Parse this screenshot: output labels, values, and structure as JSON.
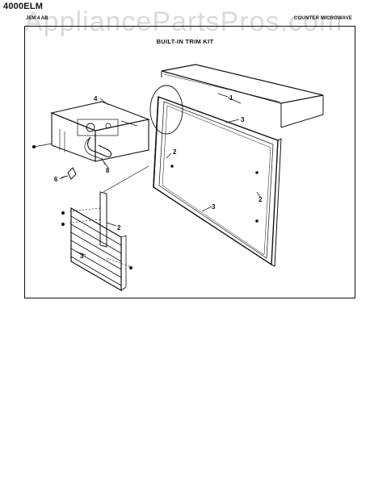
{
  "model": "4000ELM",
  "header_left": "JEM 4 AB",
  "header_right": "COUNTER MICROWAVE",
  "title": "BUILT-IN TRIM KIT",
  "watermark": "AppliancePartsPros.com",
  "callouts": [
    "1",
    "2",
    "2",
    "2",
    "3",
    "3",
    "3",
    "4",
    "6",
    "8"
  ],
  "colors": {
    "line": "#111111",
    "watermark": "#9a9a9a"
  }
}
